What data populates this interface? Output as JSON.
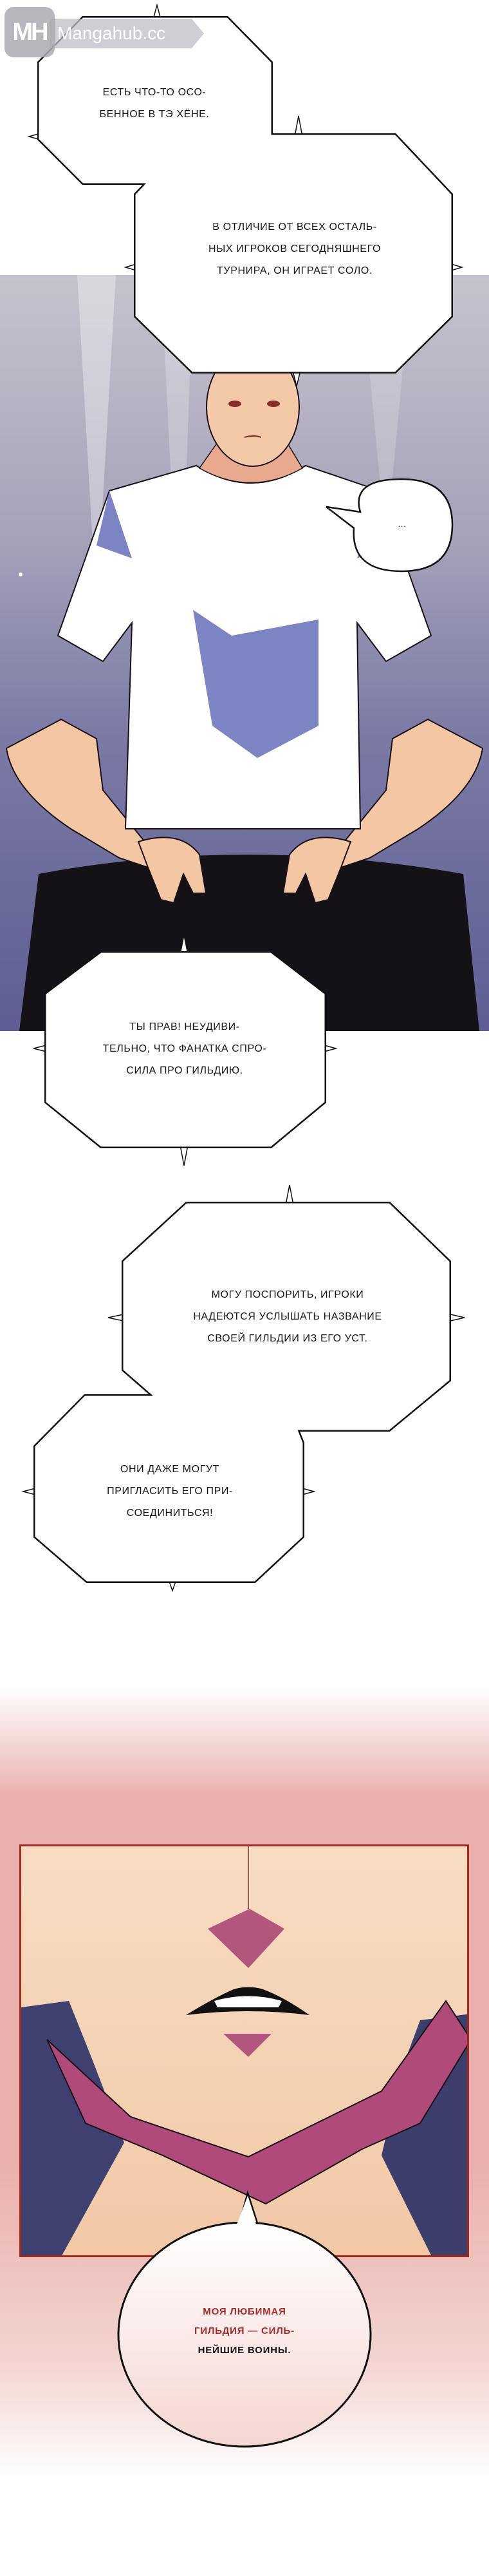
{
  "watermark": {
    "logo": "MH",
    "site": "Mangahub.cc"
  },
  "colors": {
    "bubble_outline": "#111111",
    "panel_border": "#a3281c",
    "highlight_text": "#a52a24",
    "skin": "#f6d4b6",
    "shade": "#b04a7a"
  },
  "bubbles": [
    {
      "lines": [
        "Есть что-то осо-",
        "бенное в Тэ Хёне."
      ]
    },
    {
      "lines": [
        "В отличие от всех осталь-",
        "ных игроков сегодняшнего",
        "турнира, он играет соло."
      ]
    },
    {
      "lines": [
        "..."
      ]
    },
    {
      "lines": [
        "Ты прав! Неудиви-",
        "тельно, что фанатка спро-",
        "сила про гильдию."
      ]
    },
    {
      "lines": [
        "Могу поспорить, игроки",
        "надеются услышать название",
        "своей гильдии из его уст."
      ]
    },
    {
      "lines": [
        "Они даже могут",
        "пригласить его при-",
        "соединиться!"
      ]
    },
    {
      "lines": [
        "Моя любимая",
        "гильдия — силь-",
        "нейшие воины."
      ]
    }
  ]
}
